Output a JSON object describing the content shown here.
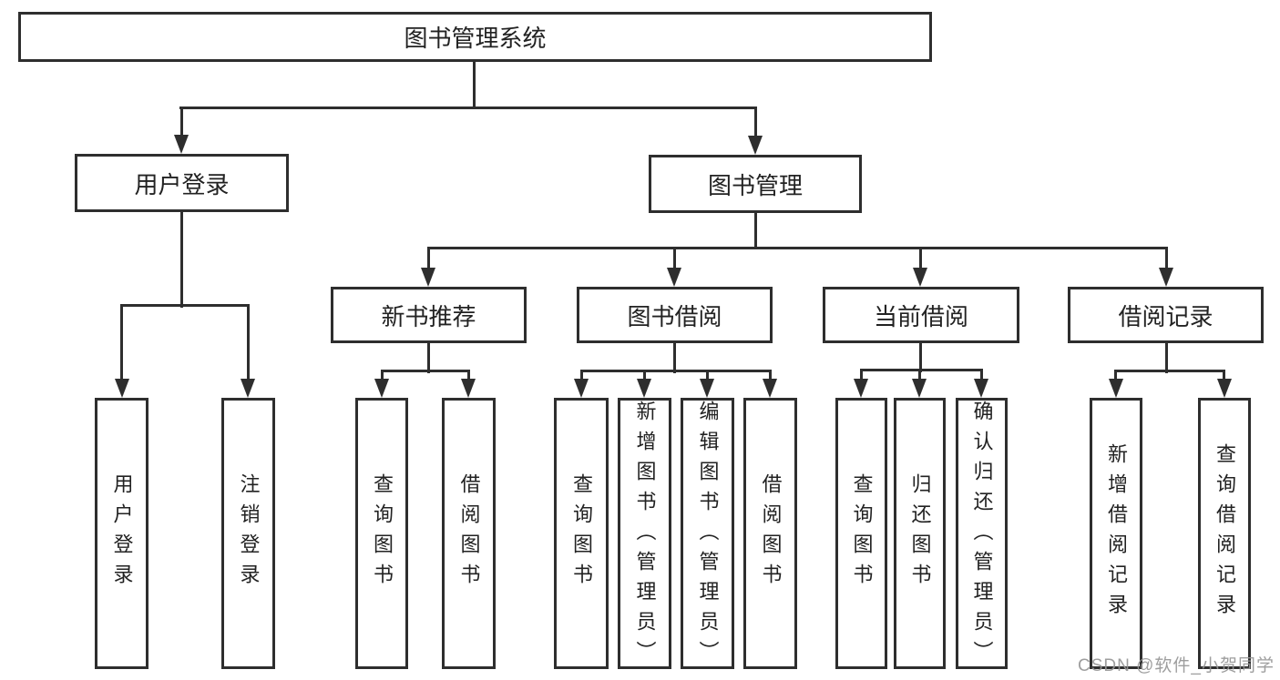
{
  "diagram": {
    "title_node": {
      "label": "图书管理系统"
    },
    "level2": [
      {
        "label": "用户登录"
      },
      {
        "label": "图书管理"
      }
    ],
    "level3": [
      {
        "label": "新书推荐"
      },
      {
        "label": "图书借阅"
      },
      {
        "label": "当前借阅"
      },
      {
        "label": "借阅记录"
      }
    ],
    "leaves": {
      "user": [
        {
          "label": "用户登录"
        },
        {
          "label": "注销登录"
        }
      ],
      "recommend": [
        {
          "label": "查询图书"
        },
        {
          "label": "借阅图书"
        }
      ],
      "borrow": [
        {
          "label": "查询图书"
        },
        {
          "label": "新增图书（管理员）"
        },
        {
          "label": "编辑图书（管理员）"
        },
        {
          "label": "借阅图书"
        }
      ],
      "current": [
        {
          "label": "查询图书"
        },
        {
          "label": "归还图书"
        },
        {
          "label": "确认归还（管理员）"
        }
      ],
      "records": [
        {
          "label": "新增借阅记录"
        },
        {
          "label": "查询借阅记录"
        }
      ]
    },
    "colors": {
      "line": "#2e2e2e",
      "text": "#222222",
      "background": "#ffffff",
      "watermark": "#969696"
    },
    "watermark": "CSDN @软件_小贺同学"
  }
}
